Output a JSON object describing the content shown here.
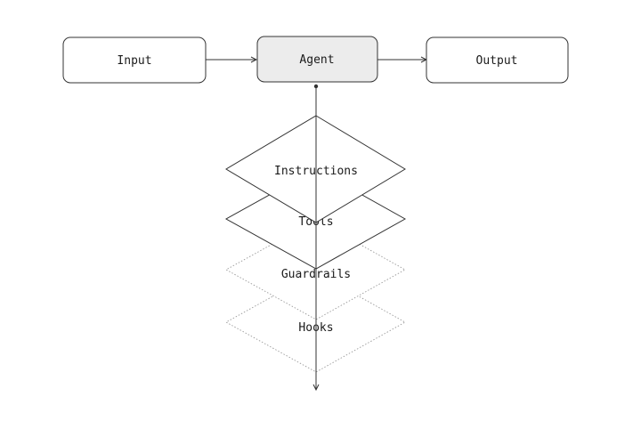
{
  "nodes": {
    "input": {
      "label": "Input"
    },
    "agent": {
      "label": "Agent",
      "fill": "#ececec"
    },
    "output": {
      "label": "Output"
    }
  },
  "layers": [
    {
      "label": "Instructions",
      "style": "solid"
    },
    {
      "label": "Tools",
      "style": "solid"
    },
    {
      "label": "Guardrails",
      "style": "dotted"
    },
    {
      "label": "Hooks",
      "style": "dotted"
    }
  ],
  "colors": {
    "stroke": "#333333",
    "dotted_stroke": "#9a9a9a",
    "text": "#1a1a1a"
  }
}
